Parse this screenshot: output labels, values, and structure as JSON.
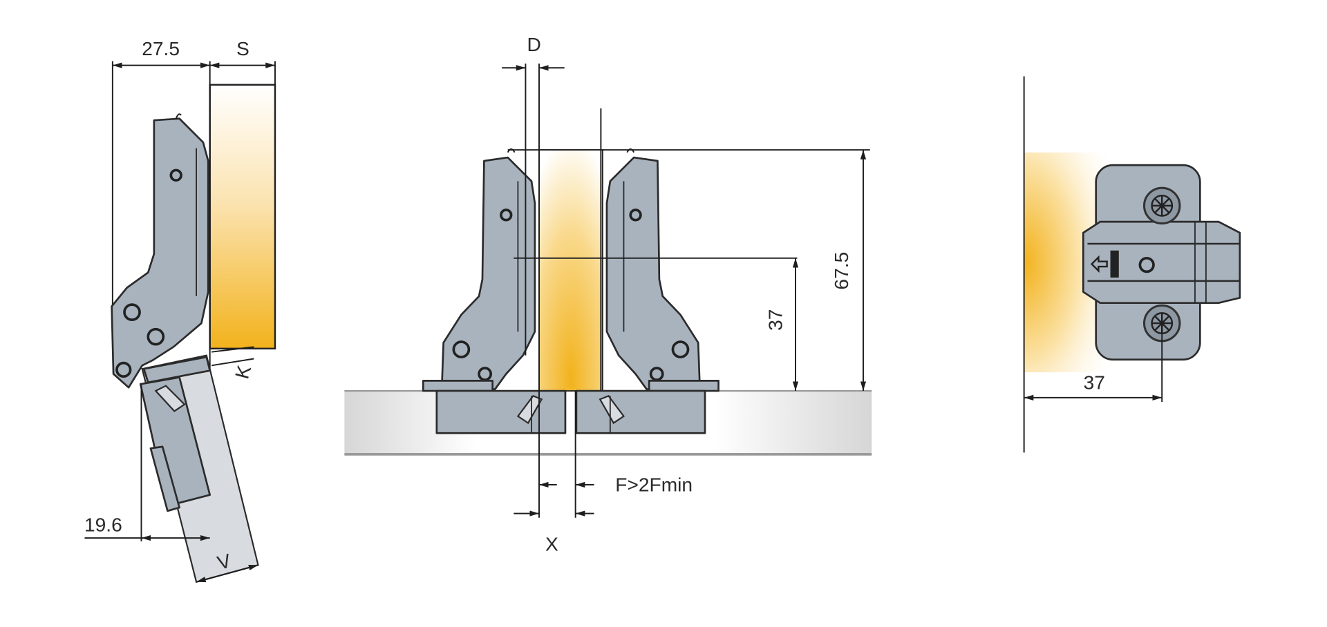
{
  "colors": {
    "hinge_metal": "#a9b3be",
    "outline": "#2b2b2b",
    "wood_glow": "#f2b21c",
    "cabinet_shade": "#d9d9d9"
  },
  "side_view": {
    "dim_arm_width": "27.5",
    "dim_door_thickness": "S",
    "dim_opening": "19.6",
    "dim_overlay": "V",
    "dim_edge": "K"
  },
  "front_view": {
    "dim_distance": "D",
    "dim_height_total": "67.5",
    "dim_height_center": "37",
    "dim_gap_rule": "F>2Fmin",
    "dim_spacing": "X"
  },
  "plate_view": {
    "dim_offset": "37"
  }
}
